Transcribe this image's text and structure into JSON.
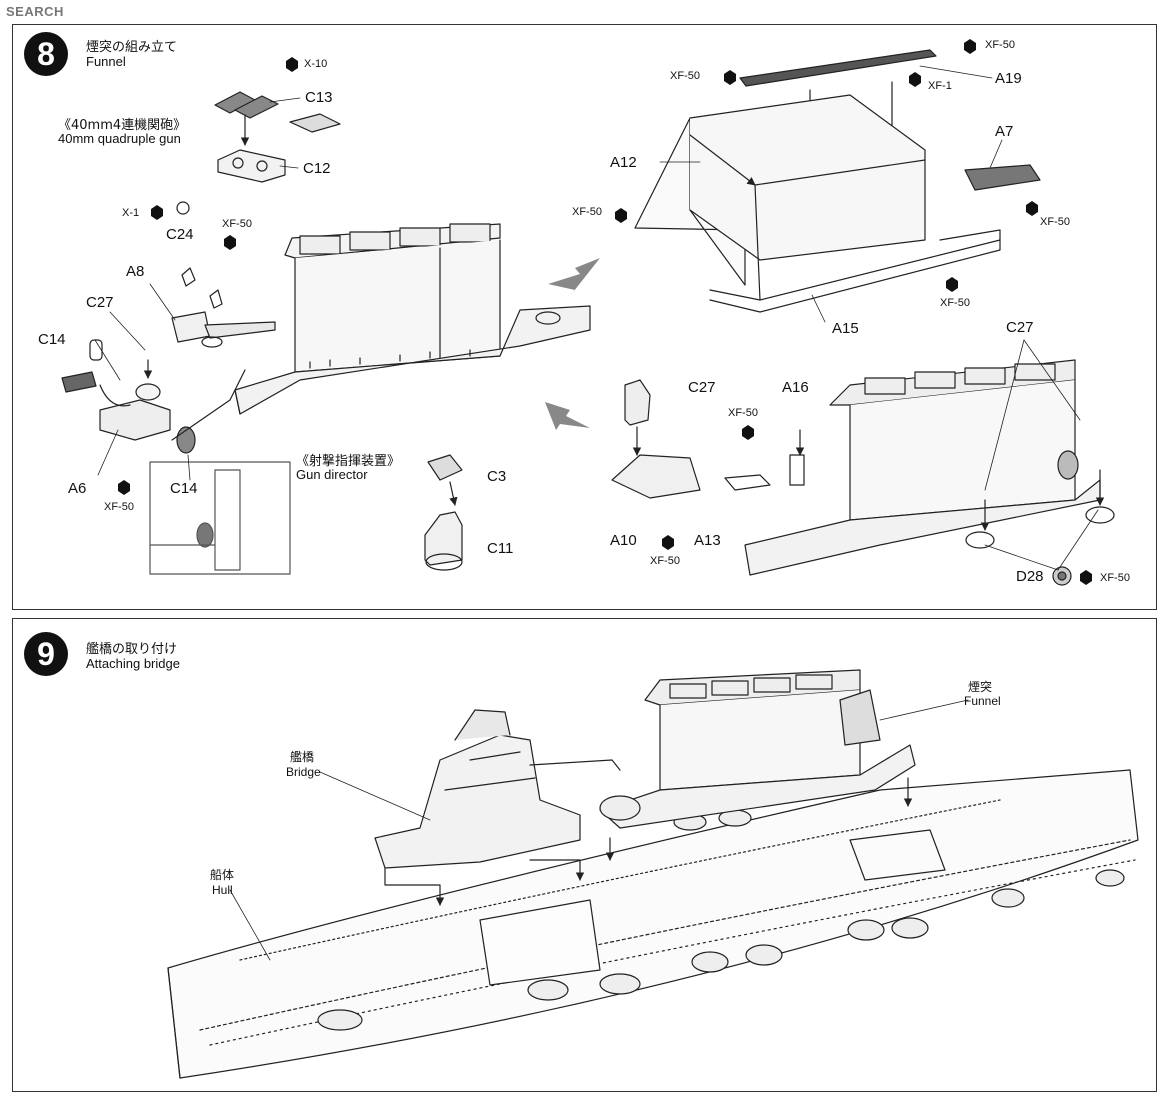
{
  "watermark": {
    "a": "",
    "b": "SEARCH"
  },
  "step8": {
    "number": "8",
    "title_jp": "煙突の組み立て",
    "title_en": "Funnel",
    "quad_gun_jp": "《40mm4連機関砲》",
    "quad_gun_en": "40mm quadruple gun",
    "gun_director_jp": "《射撃指揮装置》",
    "gun_director_en": "Gun director"
  },
  "step9": {
    "number": "9",
    "title_jp": "艦橋の取り付け",
    "title_en": "Attaching bridge",
    "bridge_jp": "艦橋",
    "bridge_en": "Bridge",
    "hull_jp": "船体",
    "hull_en": "Hull",
    "funnel_jp": "煙突",
    "funnel_en": "Funnel"
  },
  "parts": {
    "C13": "C13",
    "C12": "C12",
    "C24": "C24",
    "A8": "A8",
    "C27": "C27",
    "C14": "C14",
    "A6": "A6",
    "C3": "C3",
    "C11": "C11",
    "A12": "A12",
    "A19": "A19",
    "A7": "A7",
    "A15": "A15",
    "A16": "A16",
    "A10": "A10",
    "A13": "A13",
    "D28": "D28"
  },
  "paints": {
    "X10": "X-10",
    "XF50": "XF-50",
    "X1": "X-1",
    "XF1": "XF-1"
  }
}
